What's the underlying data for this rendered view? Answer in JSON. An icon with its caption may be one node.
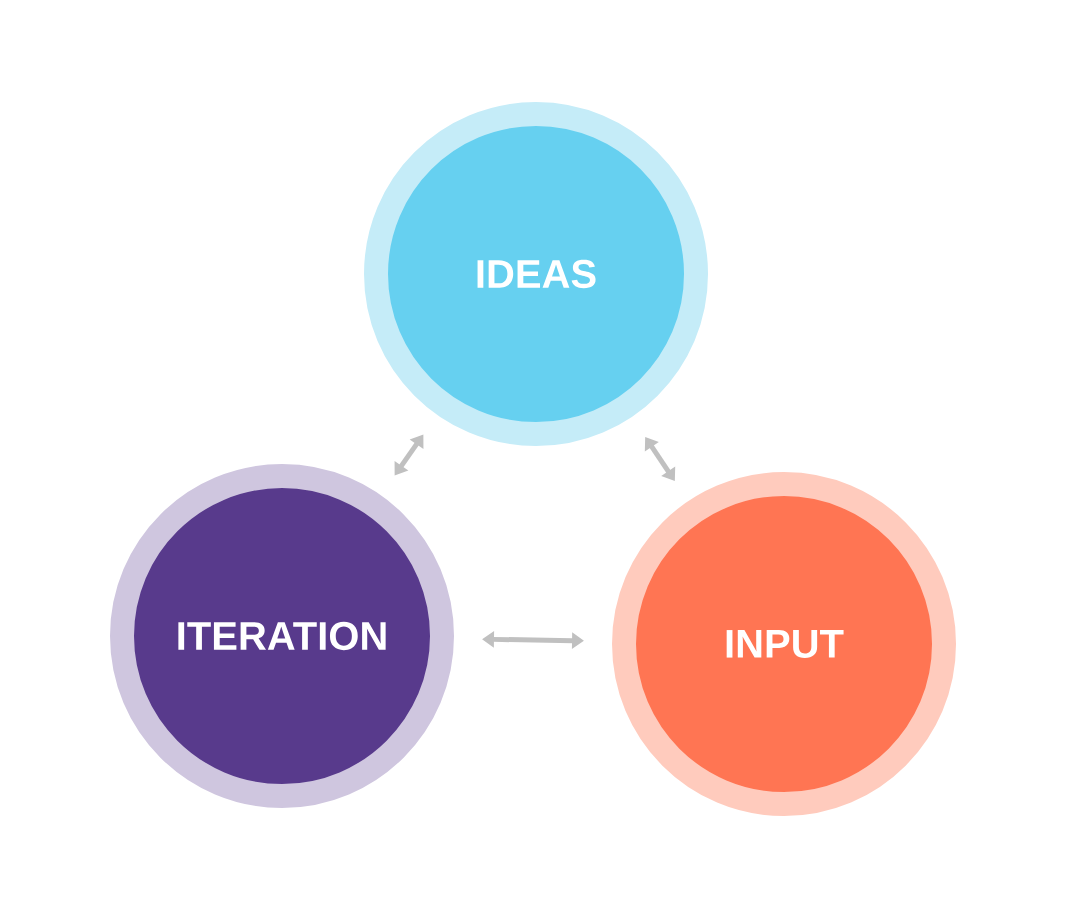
{
  "diagram": {
    "nodes": [
      {
        "text": [
          "IDEAS"
        ]
      },
      {
        "text": [
          "ITERATION"
        ]
      },
      {
        "text": [
          "INPUT"
        ]
      }
    ],
    "edges": [
      {
        "from": 1,
        "to": 0,
        "arrow": "both"
      },
      {
        "from": 0,
        "to": 2,
        "arrow": "both"
      },
      {
        "from": 1,
        "to": 2,
        "arrow": "both"
      }
    ]
  }
}
